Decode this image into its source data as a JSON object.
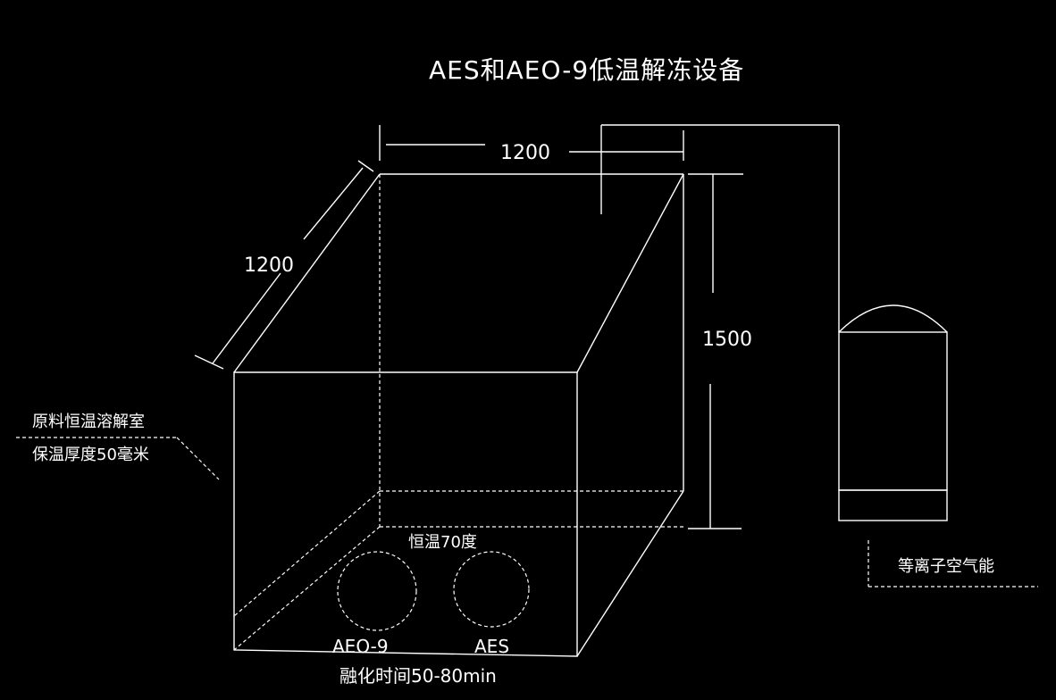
{
  "title": "AES和AEO-9低温解冻设备",
  "dimensions": {
    "width": "1200",
    "depth": "1200",
    "height": "1500"
  },
  "labels": {
    "chamber": "原料恒温溶解室",
    "insulation": "保温厚度50毫米",
    "temperature": "恒温70度",
    "drum_left": "AEO-9",
    "drum_right": "AES",
    "melt_time": "融化时间50-80min",
    "heat_pump": "等离子空气能"
  },
  "colors": {
    "background": "#000000",
    "line": "#ffffff"
  }
}
